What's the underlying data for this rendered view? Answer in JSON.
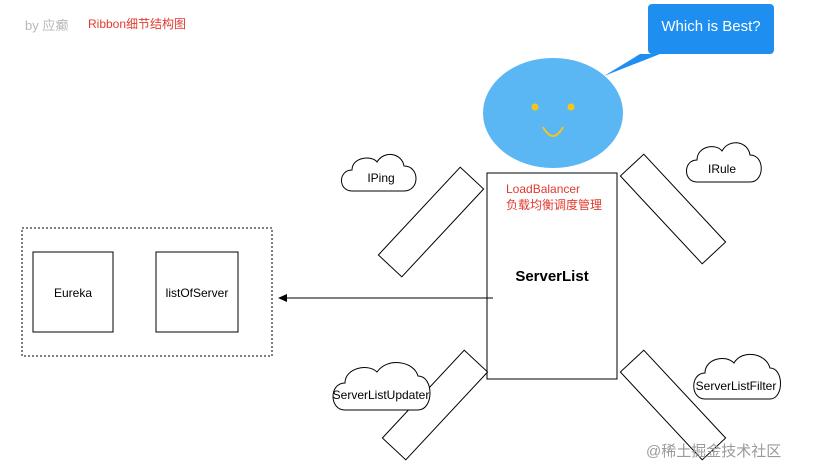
{
  "header": {
    "author": "by 应癫",
    "title": "Ribbon细节结构图"
  },
  "speech_bubble": {
    "text": "Which is Best?"
  },
  "load_balancer": {
    "name": "LoadBalancer",
    "description": "负载均衡调度管理",
    "core": "ServerList"
  },
  "clouds": {
    "iping": "IPing",
    "irule": "IRule",
    "updater": "ServerListUpdater",
    "filter": "ServerListFilter"
  },
  "server_source": {
    "eureka": "Eureka",
    "list_of_server": "listOfServer"
  },
  "watermark": "@稀土掘金技术社区",
  "colors": {
    "face": "#5bb7f4",
    "bubble": "#1e8ff0",
    "eyes": "#f5c518",
    "accent_red": "#e03a2f"
  }
}
